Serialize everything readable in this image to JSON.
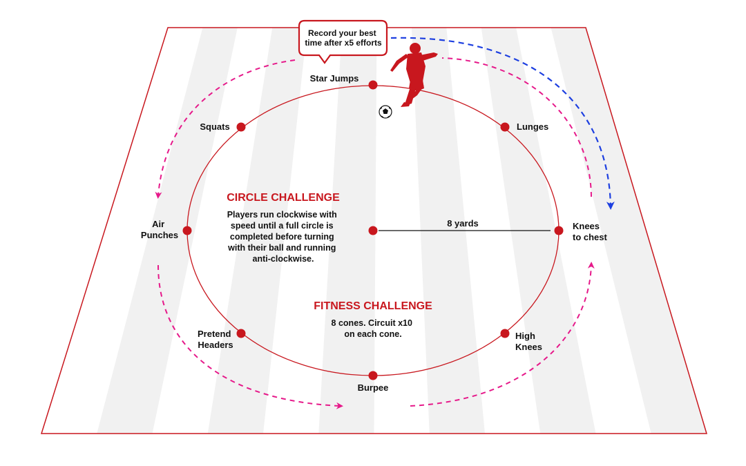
{
  "colors": {
    "border": "#c8171e",
    "stripe_light": "#f1f1f1",
    "stripe_white": "#ffffff",
    "cone": "#c8171e",
    "arrow_pink": "#e6198a",
    "arrow_blue": "#1d3fe0",
    "heading": "#c8171e"
  },
  "callout": {
    "line1": "Record your best",
    "line2": "time after x5 efforts"
  },
  "cones": [
    {
      "id": "star-jumps",
      "lines": [
        "Star Jumps"
      ]
    },
    {
      "id": "lunges",
      "lines": [
        "Lunges"
      ]
    },
    {
      "id": "knees-to-chest",
      "lines": [
        "Knees",
        "to chest"
      ]
    },
    {
      "id": "high-knees",
      "lines": [
        "High",
        "Knees"
      ]
    },
    {
      "id": "burpee",
      "lines": [
        "Burpee"
      ]
    },
    {
      "id": "pretend-headers",
      "lines": [
        "Pretend",
        "Headers"
      ]
    },
    {
      "id": "air-punches",
      "lines": [
        "Air",
        "Punches"
      ]
    },
    {
      "id": "squats",
      "lines": [
        "Squats"
      ]
    }
  ],
  "radius_label": "8 yards",
  "circle_challenge": {
    "title": "CIRCLE CHALLENGE",
    "lines": [
      "Players run clockwise with",
      "speed until a full circle is",
      "completed before turning",
      "with their ball and running",
      "anti-clockwise."
    ]
  },
  "fitness_challenge": {
    "title": "FITNESS CHALLENGE",
    "lines": [
      "8 cones. Circuit x10",
      "on each cone."
    ]
  },
  "icons": [
    "player-kicking-icon",
    "football-icon",
    "clockwise-arrow-icon",
    "anticlockwise-arrow-icon"
  ]
}
